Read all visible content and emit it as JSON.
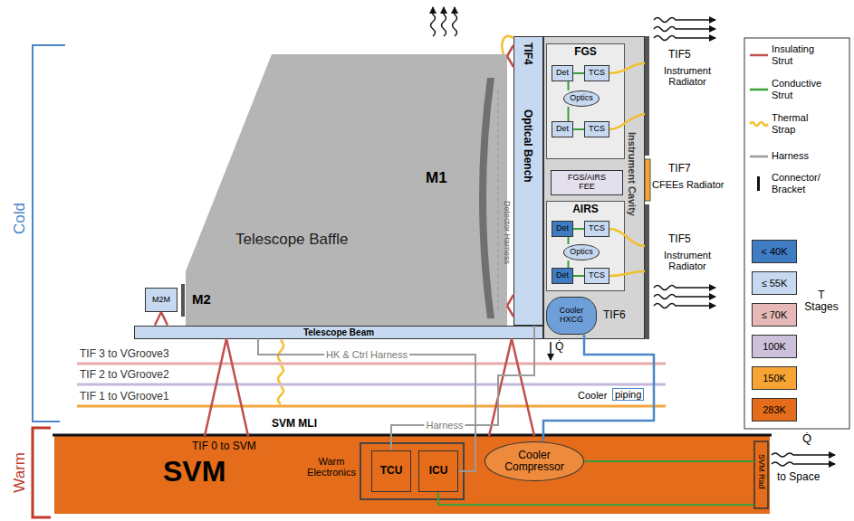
{
  "diagram": {
    "nodes": [
      {
        "text": [
          "Telescope Baffle"
        ]
      },
      {
        "text": [
          "M2M"
        ]
      },
      {
        "text": [
          "Telescope Beam"
        ]
      },
      {
        "text": [
          "TIF4",
          "Optical Bench"
        ]
      },
      {
        "text": [
          "Instrument Cavity"
        ]
      },
      {
        "text": [
          "FGS"
        ],
        "in": 4
      },
      {
        "text": [
          "Det"
        ],
        "in": 5
      },
      {
        "text": [
          "TCS"
        ],
        "in": 5
      },
      {
        "text": [
          "Optics"
        ],
        "in": 5
      },
      {
        "text": [
          "Det"
        ],
        "in": 5
      },
      {
        "text": [
          "TCS"
        ],
        "in": 5
      },
      {
        "text": [
          "FGS/AIRS FEE"
        ],
        "in": 4
      },
      {
        "text": [
          "AIRS"
        ],
        "in": 4
      },
      {
        "text": [
          "Det"
        ],
        "in": 12
      },
      {
        "text": [
          "TCS"
        ],
        "in": 12
      },
      {
        "text": [
          "Optics"
        ],
        "in": 12
      },
      {
        "text": [
          "Det"
        ],
        "in": 12
      },
      {
        "text": [
          "TCS"
        ],
        "in": 12
      },
      {
        "text": [
          "Cooler HXCG"
        ],
        "in": 4
      },
      {
        "text": [
          "SVM"
        ]
      },
      {
        "text": [
          "TCU"
        ],
        "in": 19
      },
      {
        "text": [
          "ICU"
        ],
        "in": 19
      },
      {
        "text": [
          "Cooler Compressor"
        ],
        "in": 19
      }
    ],
    "edges": [
      {
        "from": 6,
        "to": 7,
        "arrow": "none"
      },
      {
        "from": 8,
        "to": 6,
        "arrow": "none"
      },
      {
        "from": 8,
        "to": 9,
        "arrow": "none"
      },
      {
        "from": 9,
        "to": 10,
        "arrow": "none"
      },
      {
        "from": 13,
        "to": 14,
        "arrow": "none"
      },
      {
        "from": 15,
        "to": 13,
        "arrow": "none"
      },
      {
        "from": 15,
        "to": 16,
        "arrow": "none"
      },
      {
        "from": 16,
        "to": 17,
        "arrow": "none"
      },
      {
        "from": 1,
        "to": 2,
        "arrow": "none"
      },
      {
        "from": 0,
        "to": 3,
        "arrow": "none"
      },
      {
        "from": 2,
        "to": 19,
        "arrow": "none"
      },
      {
        "from": 2,
        "to": 19,
        "arrow": "none"
      },
      {
        "from": 18,
        "to": 22,
        "arrow": "none"
      },
      {
        "from": 2,
        "to": 21,
        "arrow": "none",
        "label": "HK & Ctrl Harness"
      },
      {
        "from": 3,
        "to": 20,
        "arrow": "none",
        "label": "Harness"
      }
    ],
    "labels": [
      "Cold",
      "Warm",
      "M1",
      "M2",
      "Detector Harness",
      "TIF5",
      "Instrument Radiator",
      "TIF7",
      "CFEEs Radiator",
      "TIF5",
      "Instrument Radiator",
      "TIF6",
      "Q̇",
      "TIF 3 to VGroove3",
      "TIF 2 to VGroove2",
      "TIF 1 to VGroove1",
      "Cooler",
      "piping",
      "SVM MLI",
      "TIF 0 to SVM",
      "Warm Electronics",
      "SVM Rad",
      "Q̇",
      "to Space",
      "T Stages"
    ],
    "legend": [
      {
        "text": "Insulating Strut"
      },
      {
        "text": "Conductive Strut"
      },
      {
        "text": "Thermal Strap"
      },
      {
        "text": "Harness"
      },
      {
        "text": "Connector/ Bracket"
      },
      {
        "text": "< 40K",
        "color": "#3f7cc4"
      },
      {
        "text": "≤ 55K",
        "color": "#c6d9f0"
      },
      {
        "text": "≤ 70K",
        "color": "#e6b9b8"
      },
      {
        "text": "100K",
        "color": "#ccc0da"
      },
      {
        "text": "150K",
        "color": "#f7a435"
      },
      {
        "text": "283K",
        "color": "#e46c1a"
      }
    ]
  }
}
